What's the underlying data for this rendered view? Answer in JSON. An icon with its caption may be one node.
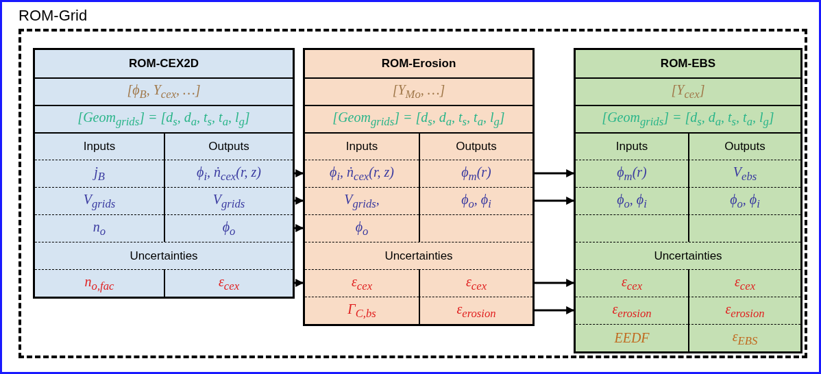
{
  "diagram": {
    "nodes": [
      {
        "text": [
          "ROM-Grid"
        ]
      },
      {
        "text": [
          "ROM-CEX2D"
        ],
        "in": 0
      },
      {
        "text": [
          "[ϕ$_{B}$, Y$_{cex}$, …]"
        ],
        "in": 1
      },
      {
        "text": [
          "[Geom$_{grids}$] = [d$_{s}$, d$_{a}$, t$_{s}$, t$_{a}$, l$_{g}$]"
        ],
        "in": 1
      },
      {
        "text": [
          "Inputs"
        ],
        "in": 1
      },
      {
        "text": [
          "Outputs"
        ],
        "in": 1
      },
      {
        "text": [
          "j$_{B}$"
        ],
        "in": 1
      },
      {
        "text": [
          "ϕ$_{i}$, ṅ$_{cex}$(r, z)"
        ],
        "in": 1
      },
      {
        "text": [
          "V$_{grids}$"
        ],
        "in": 1
      },
      {
        "text": [
          "V$_{grids}$"
        ],
        "in": 1
      },
      {
        "text": [
          "n$_{o}$"
        ],
        "in": 1
      },
      {
        "text": [
          "ϕ$_{o}$"
        ],
        "in": 1
      },
      {
        "text": [
          "Uncertainties"
        ],
        "in": 1
      },
      {
        "text": [
          "n$_{o,fac}$"
        ],
        "in": 1
      },
      {
        "text": [
          "ε$_{cex}$"
        ],
        "in": 1
      },
      {
        "text": [
          "ROM-Erosion"
        ],
        "in": 0
      },
      {
        "text": [
          "[Y$_{Mo}$, …]"
        ],
        "in": 15
      },
      {
        "text": [
          "[Geom$_{grids}$] = [d$_{s}$, d$_{a}$, t$_{s}$, t$_{a}$, l$_{g}$]"
        ],
        "in": 15
      },
      {
        "text": [
          "Inputs"
        ],
        "in": 15
      },
      {
        "text": [
          "Outputs"
        ],
        "in": 15
      },
      {
        "text": [
          "ϕ$_{i}$, ṅ$_{cex}$(r, z)"
        ],
        "in": 15
      },
      {
        "text": [
          "ϕ$_{m}$(r)"
        ],
        "in": 15
      },
      {
        "text": [
          "V$_{grids}$,"
        ],
        "in": 15
      },
      {
        "text": [
          "ϕ$_{o}$, ϕ$_{i}$"
        ],
        "in": 15
      },
      {
        "text": [
          "ϕ$_{o}$"
        ],
        "in": 15
      },
      {
        "text": [],
        "shape": "box",
        "in": 15
      },
      {
        "text": [
          "Uncertainties"
        ],
        "in": 15
      },
      {
        "text": [
          "ε$_{cex}$"
        ],
        "in": 15
      },
      {
        "text": [
          "ε$_{cex}$"
        ],
        "in": 15
      },
      {
        "text": [
          "Γ$_{C,bs}$"
        ],
        "in": 15
      },
      {
        "text": [
          "ε$_{erosion}$"
        ],
        "in": 15
      },
      {
        "text": [
          "ROM-EBS"
        ],
        "in": 0
      },
      {
        "text": [
          "[Y$_{cex}$]"
        ],
        "in": 31
      },
      {
        "text": [
          "[Geom$_{grids}$] = [d$_{s}$, d$_{a}$, t$_{s}$, t$_{a}$, l$_{g}$]"
        ],
        "in": 31
      },
      {
        "text": [
          "Inputs"
        ],
        "in": 31
      },
      {
        "text": [
          "Outputs"
        ],
        "in": 31
      },
      {
        "text": [
          "ϕ$_{m}$(r)"
        ],
        "in": 31
      },
      {
        "text": [
          "V$_{ebs}$"
        ],
        "in": 31
      },
      {
        "text": [
          "ϕ$_{o}$, ϕ$_{i}$"
        ],
        "in": 31
      },
      {
        "text": [
          "ϕ$_{o}$, ϕ$_{i}$"
        ],
        "in": 31
      },
      {
        "text": [],
        "shape": "box",
        "in": 31
      },
      {
        "text": [],
        "shape": "box",
        "in": 31
      },
      {
        "text": [
          "Uncertainties"
        ],
        "in": 31
      },
      {
        "text": [
          "ε$_{cex}$"
        ],
        "in": 31
      },
      {
        "text": [
          "ε$_{cex}$"
        ],
        "in": 31
      },
      {
        "text": [
          "ε$_{erosion}$"
        ],
        "in": 31
      },
      {
        "text": [
          "ε$_{erosion}$"
        ],
        "in": 31
      },
      {
        "text": [
          "EEDF"
        ],
        "in": 31
      },
      {
        "text": [
          "ε$_{EBS}$"
        ],
        "in": 31
      }
    ],
    "edges": [
      {
        "from": 7,
        "to": 20,
        "arrow": "to"
      },
      {
        "from": 9,
        "to": 22,
        "arrow": "to"
      },
      {
        "from": 11,
        "to": 24,
        "arrow": "to"
      },
      {
        "from": 14,
        "to": 27,
        "arrow": "to"
      },
      {
        "from": 21,
        "to": 36,
        "arrow": "to"
      },
      {
        "from": 23,
        "to": 38,
        "arrow": "to"
      },
      {
        "from": 28,
        "to": 43,
        "arrow": "to"
      },
      {
        "from": 30,
        "to": 45,
        "arrow": "to"
      }
    ]
  }
}
